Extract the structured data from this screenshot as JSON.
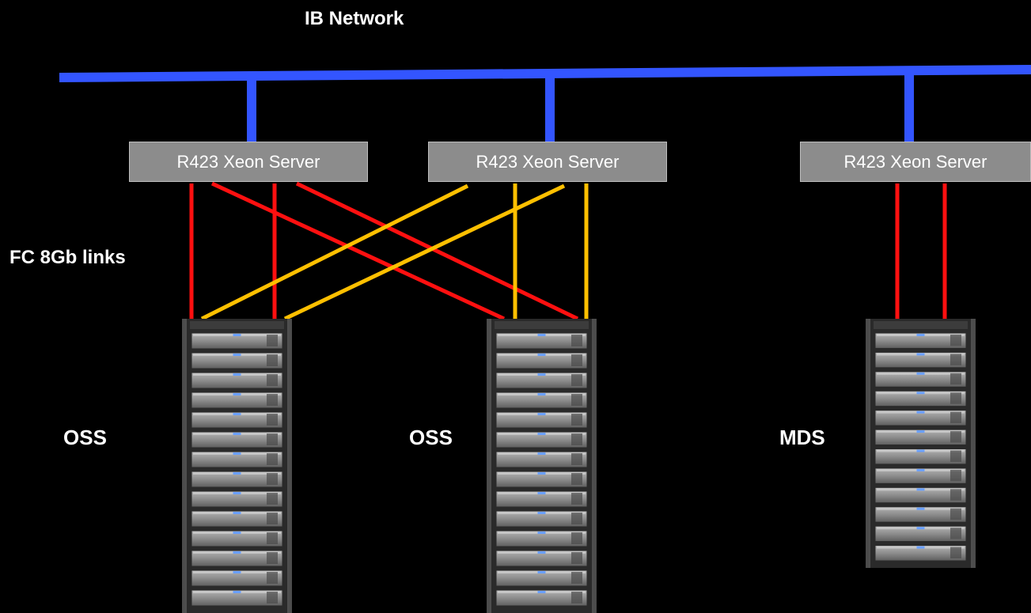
{
  "ib_network_label": "IB Network",
  "fc_links_label": "FC 8Gb links",
  "servers": [
    {
      "label": "R423 Xeon Server"
    },
    {
      "label": "R423 Xeon Server"
    },
    {
      "label": "R423 Xeon Server"
    }
  ],
  "storage": [
    {
      "label": "OSS"
    },
    {
      "label": "OSS"
    },
    {
      "label": "MDS"
    }
  ],
  "colors": {
    "ib_bus": "#3355ff",
    "fc_red": "#ff1010",
    "fc_yellow": "#ffc000",
    "server_box": "#8c8c8c",
    "background": "#000000"
  }
}
